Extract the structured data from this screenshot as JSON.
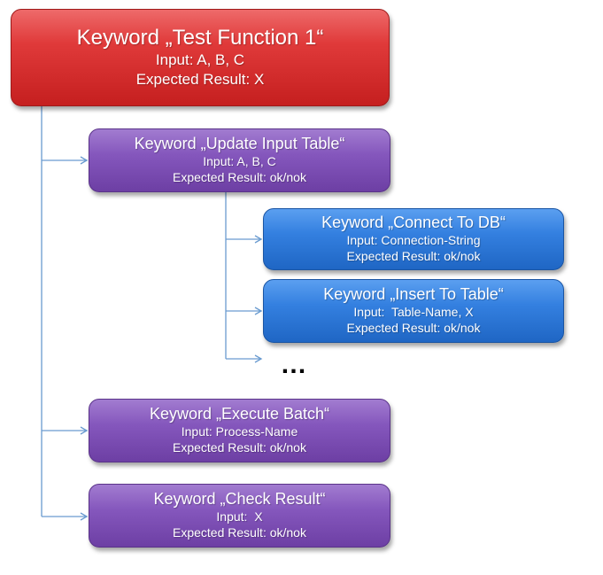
{
  "colors": {
    "connector": "#6a9bd0",
    "keyword_main": "#d42a2a",
    "keyword_purple": "#7a4bb2",
    "keyword_blue": "#2a73d6"
  },
  "nodes": {
    "main": {
      "title": "Keyword „Test Function 1“",
      "input": "Input: A, B, C",
      "expected": "Expected Result: X"
    },
    "update_input_table": {
      "title": "Keyword „Update Input Table“",
      "input": "Input: A, B, C",
      "expected": "Expected Result: ok/nok"
    },
    "connect_to_db": {
      "title": "Keyword „Connect To DB“",
      "input": "Input: Connection-String",
      "expected": "Expected Result: ok/nok"
    },
    "insert_to_table": {
      "title": "Keyword „Insert To Table“",
      "input": "Input:  Table-Name, X",
      "expected": "Expected Result: ok/nok"
    },
    "execute_batch": {
      "title": "Keyword „Execute Batch“",
      "input": "Input: Process-Name",
      "expected": "Expected Result: ok/nok"
    },
    "check_result": {
      "title": "Keyword „Check Result“",
      "input": "Input:  X",
      "expected": "Expected Result: ok/nok"
    }
  },
  "ellipsis": "…"
}
